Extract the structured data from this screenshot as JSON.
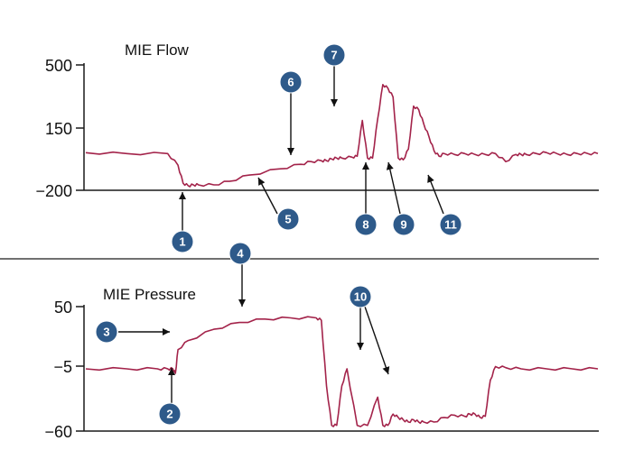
{
  "chart_data": [
    {
      "type": "line",
      "title": "MIE Flow",
      "yticks": [
        "500",
        "150",
        "−200"
      ],
      "ytick_values": [
        500,
        150,
        -200
      ],
      "ylim": [
        -200,
        500
      ],
      "xlim": [
        0,
        100
      ],
      "series": [
        {
          "color": "#a3234a",
          "x": [
            0,
            8,
            16,
            18,
            19,
            20,
            21,
            22,
            25,
            28,
            32,
            38,
            42,
            44,
            46,
            47,
            48,
            49,
            50,
            52,
            53,
            54,
            55,
            56,
            57,
            58,
            59,
            60,
            61,
            62,
            63,
            64,
            65,
            66,
            67,
            68,
            69,
            70,
            72,
            74,
            76,
            78,
            80,
            82,
            84,
            85,
            86,
            88,
            90,
            92,
            94,
            96,
            98,
            100
          ],
          "y": [
            10,
            5,
            5,
            -60,
            -160,
            -175,
            -170,
            -170,
            -170,
            -150,
            -115,
            -80,
            -55,
            -40,
            -35,
            -35,
            -25,
            -20,
            -20,
            -15,
            -10,
            190,
            -20,
            -20,
            200,
            390,
            370,
            320,
            -20,
            -30,
            30,
            270,
            250,
            170,
            100,
            20,
            -10,
            5,
            0,
            5,
            0,
            0,
            5,
            -40,
            0,
            0,
            0,
            5,
            10,
            5,
            0,
            5,
            5,
            5
          ]
        }
      ]
    },
    {
      "type": "line",
      "title": "MIE Pressure",
      "yticks": [
        "50",
        "−5",
        "−60"
      ],
      "ytick_values": [
        50,
        -5,
        -60
      ],
      "ylim": [
        -60,
        50
      ],
      "xlim": [
        0,
        100
      ],
      "series": [
        {
          "color": "#a3234a",
          "x": [
            0,
            8,
            14,
            16,
            17,
            17.5,
            18,
            20,
            25,
            30,
            35,
            40,
            45,
            46,
            47,
            48,
            49,
            50,
            51,
            53,
            55,
            57,
            58,
            59,
            60,
            61,
            62,
            63,
            64,
            65,
            66,
            68,
            70,
            72,
            74,
            75,
            76,
            77,
            78,
            79,
            80,
            82,
            85,
            90,
            95,
            100
          ],
          "y": [
            -5,
            -5,
            -5,
            -5,
            -5,
            -9,
            12,
            20,
            30,
            36,
            39,
            40,
            40,
            38,
            -20,
            -55,
            -55,
            -20,
            -5,
            -55,
            -55,
            -30,
            -55,
            -55,
            -45,
            -48,
            -50,
            -52,
            -50,
            -52,
            -52,
            -52,
            -48,
            -46,
            -47,
            -45,
            -45,
            -48,
            -47,
            -15,
            -3,
            -4,
            -5,
            -5,
            -5,
            -5
          ]
        }
      ]
    }
  ],
  "markers": [
    {
      "num": "1"
    },
    {
      "num": "2"
    },
    {
      "num": "3"
    },
    {
      "num": "4"
    },
    {
      "num": "5"
    },
    {
      "num": "6"
    },
    {
      "num": "7"
    },
    {
      "num": "8"
    },
    {
      "num": "9"
    },
    {
      "num": "10"
    },
    {
      "num": "11"
    }
  ],
  "colors": {
    "trace": "#a3234a",
    "marker_fill": "#2e5a8a",
    "axis": "#1a1a1a"
  }
}
